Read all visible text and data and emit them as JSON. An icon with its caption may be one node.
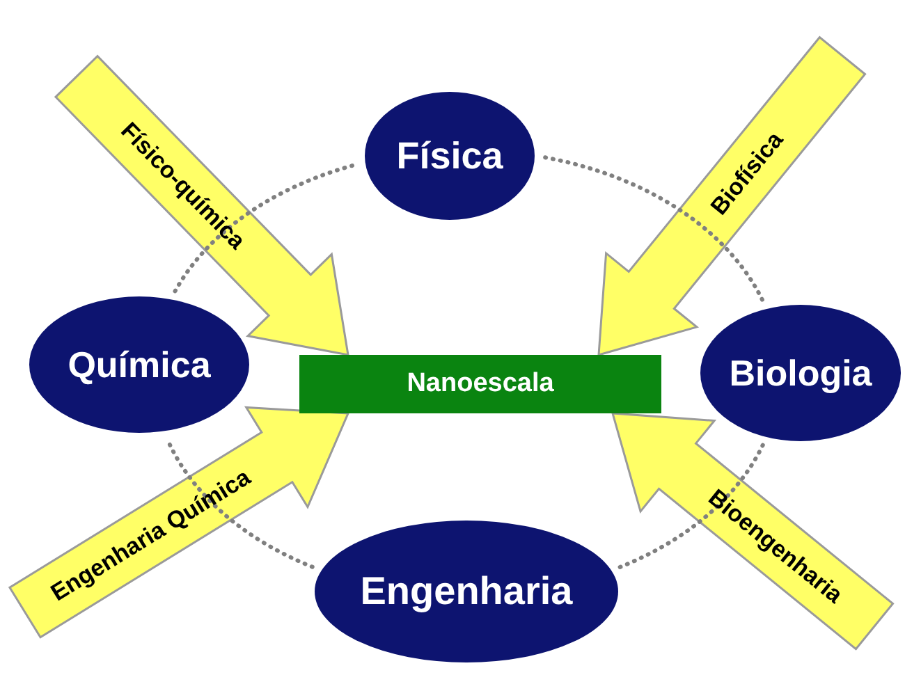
{
  "diagram": {
    "nodes": [
      {
        "text": [
          "Física"
        ]
      },
      {
        "text": [
          "Química"
        ]
      },
      {
        "text": [
          "Nanoescala"
        ]
      },
      {
        "text": [
          "Biologia"
        ]
      },
      {
        "text": [
          "Engenharia"
        ]
      }
    ],
    "edges": [
      {
        "from": null,
        "to": 2,
        "arrow": "to",
        "label": "Físico-química",
        "style": "thick",
        "color": "#ffff66"
      },
      {
        "from": null,
        "to": 2,
        "arrow": "to",
        "label": "Biofísica",
        "style": "thick",
        "color": "#ffff66"
      },
      {
        "from": null,
        "to": 2,
        "arrow": "to",
        "label": "Engenharia Química",
        "style": "thick",
        "color": "#ffff66"
      },
      {
        "from": null,
        "to": 2,
        "arrow": "to",
        "label": "Bioengenharia",
        "style": "thick",
        "color": "#ffff66"
      },
      {
        "from": 0,
        "to": 3,
        "arrow": "none",
        "style": "dashed"
      },
      {
        "from": 3,
        "to": 4,
        "arrow": "none",
        "style": "dashed"
      },
      {
        "from": 4,
        "to": 1,
        "arrow": "none",
        "style": "dashed"
      },
      {
        "from": 1,
        "to": 0,
        "arrow": "none",
        "style": "dashed"
      }
    ]
  }
}
